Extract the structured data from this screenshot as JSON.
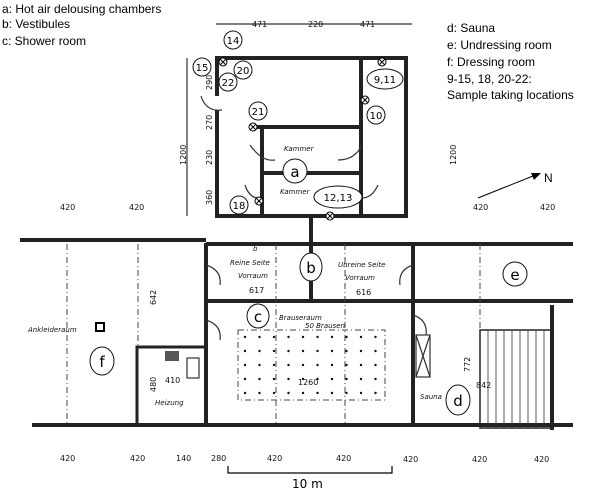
{
  "legend_left": [
    "a: Hot air delousing chambers",
    "b: Vestibules",
    "c: Shower room"
  ],
  "legend_right": [
    "d: Sauna",
    "e: Undressing room",
    "f: Dressing room",
    "9-15, 18, 20-22:",
    "Sample taking locations"
  ],
  "north_label": "N",
  "room_markers": {
    "a": "a",
    "b": "b",
    "c": "c",
    "d": "d",
    "e": "e",
    "f": "f"
  },
  "samples": {
    "s14": "14",
    "s15": "15",
    "s20": "20",
    "s22": "22",
    "s21": "21",
    "s10": "10",
    "s9_11": "9,11",
    "s12_13": "12,13",
    "s18": "18"
  },
  "room_labels": {
    "kammer1": "Kammer",
    "kammer2": "Kammer",
    "reine": "Reine Seite",
    "vorraum1": "Vorraum",
    "area617": "617",
    "unreine": "Unreine Seite",
    "vorraum2": "Vorraum",
    "area616": "616",
    "brauseraum": "Brauseraum",
    "brausen": "50 Brausen",
    "area1260": "1260",
    "ankleideraum": "Ankleideraum",
    "heizung": "Heizung",
    "area410": "410",
    "sauna": "Sauna",
    "area842": "842",
    "b_small": "b"
  },
  "dimensions": {
    "top": [
      "471",
      "220",
      "471"
    ],
    "upper_row": [
      "420",
      "420",
      "420",
      "420"
    ],
    "bottom_row": [
      "420",
      "420",
      "140",
      "280",
      "420",
      "420",
      "420",
      "420",
      "420"
    ],
    "side": [
      "1200",
      "1200",
      "290",
      "270",
      "230",
      "360",
      "642",
      "772",
      "480"
    ]
  },
  "scale_label": "10 m"
}
